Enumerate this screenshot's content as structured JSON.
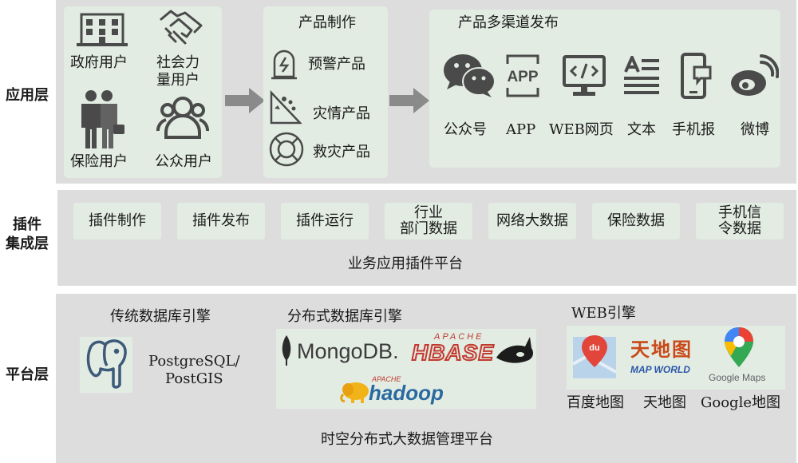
{
  "layers": {
    "application": "应用层",
    "plugin": "插件\n集成层",
    "platform": "平台层"
  },
  "app": {
    "users": {
      "gov": "政府用户",
      "social": "社会力\n量用户",
      "insurance": "保险用户",
      "public": "公众用户"
    },
    "production": {
      "title": "产品制作",
      "items": [
        "预警产品",
        "灾情产品",
        "救灾产品"
      ]
    },
    "publish": {
      "title": "产品多渠道发布",
      "channels": [
        "公众号",
        "APP",
        "WEB网页",
        "文本",
        "手机报",
        "微博"
      ],
      "app_icon_text": "APP"
    }
  },
  "plugin": {
    "chips": [
      "插件制作",
      "插件发布",
      "插件运行",
      "行业\n部门数据",
      "网络大数据",
      "保险数据",
      "手机信\n令数据"
    ],
    "platform_name": "业务应用插件平台"
  },
  "platform": {
    "traditional": {
      "title": "传统数据库引擎",
      "db": "PostgreSQL/\nPostGIS"
    },
    "distributed": {
      "title": "分布式数据库引擎",
      "mongodb": "MongoDB.",
      "hbase_apache": "APACHE",
      "hbase": "HBASE",
      "hadoop_apache": "APACHE",
      "hadoop": "hadoop"
    },
    "web": {
      "title": "WEB引擎",
      "maps": [
        "百度地图",
        "天地图",
        "Google地图"
      ],
      "baidu_icon_text": "du",
      "tianditu_cn": "天地图",
      "tianditu_en": "MAP WORLD",
      "google_maps_text": "Google Maps"
    },
    "platform_name": "时空分布式大数据管理平台"
  },
  "colors": {
    "band": "#dddddd",
    "panel": "#e2ece3",
    "icon": "#4a4a4a",
    "arrow": "#8a8a8a"
  }
}
